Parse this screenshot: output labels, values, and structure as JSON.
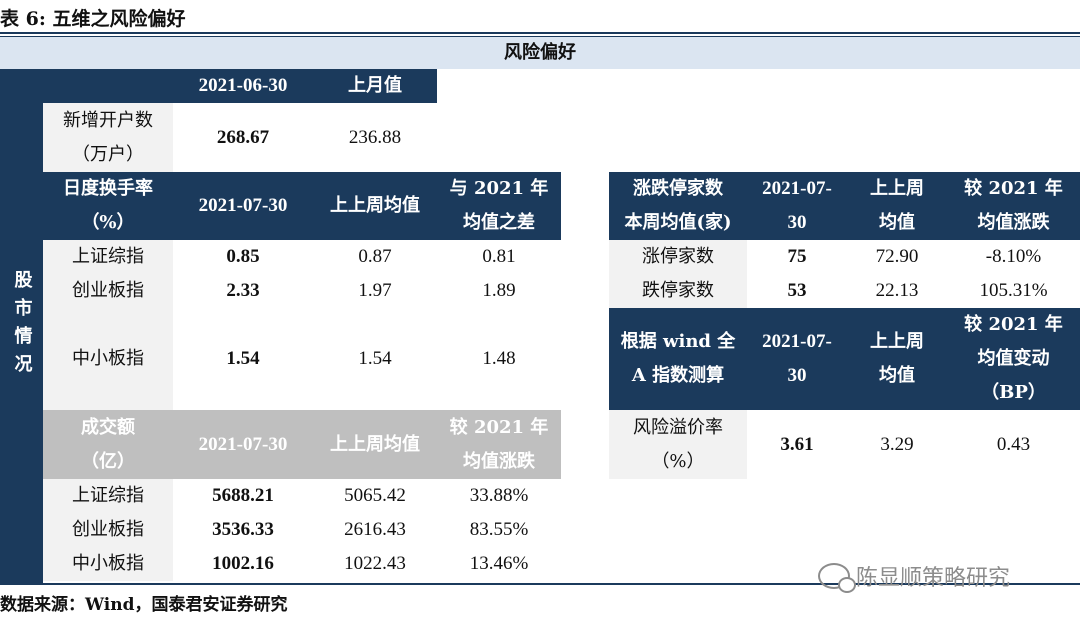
{
  "title": "表 6:   五维之风险偏好",
  "banner": "风险偏好",
  "side_label": "股市情况",
  "account_table": {
    "headers": [
      "2021-06-30",
      "上月值"
    ],
    "row_label": "新增开户数\n（万户）",
    "values": [
      "268.67",
      "236.88"
    ]
  },
  "turnover_table": {
    "header_label": "日度换手率\n（%）",
    "headers": [
      "2021-07-30",
      "上上周均值",
      "与 2021 年\n均值之差"
    ],
    "rows": [
      {
        "label": "上证综指",
        "values": [
          "0.85",
          "0.87",
          "0.81"
        ]
      },
      {
        "label": "创业板指",
        "values": [
          "2.33",
          "1.97",
          "1.89"
        ]
      },
      {
        "label": "中小板指",
        "values": [
          "1.54",
          "1.54",
          "1.48"
        ]
      }
    ]
  },
  "volume_table": {
    "header_label": "成交额\n（亿）",
    "headers": [
      "2021-07-30",
      "上上周均值",
      "较 2021 年\n均值涨跌"
    ],
    "rows": [
      {
        "label": "上证综指",
        "values": [
          "5688.21",
          "5065.42",
          "33.88%"
        ]
      },
      {
        "label": "创业板指",
        "values": [
          "3536.33",
          "2616.43",
          "83.55%"
        ]
      },
      {
        "label": "中小板指",
        "values": [
          "1002.16",
          "1022.43",
          "13.46%"
        ]
      }
    ]
  },
  "limit_table": {
    "header_label": "涨跌停家数\n本周均值(家)",
    "headers": [
      "2021-07-\n30",
      "上上周\n均值",
      "较 2021 年\n均值涨跌"
    ],
    "rows": [
      {
        "label": "涨停家数",
        "values": [
          "75",
          "72.90",
          "-8.10%"
        ]
      },
      {
        "label": "跌停家数",
        "values": [
          "53",
          "22.13",
          "105.31%"
        ]
      }
    ]
  },
  "premium_table": {
    "header_label": "根据 wind 全\nA 指数测算",
    "headers": [
      "2021-07-\n30",
      "上上周\n均值",
      "较 2021 年\n均值变动\n（BP）"
    ],
    "row_label": "风险溢价率\n（%）",
    "values": [
      "3.61",
      "3.29",
      "0.43"
    ]
  },
  "source": "数据来源：Wind，国泰君安证券研究",
  "watermark": "陈显顺策略研究"
}
